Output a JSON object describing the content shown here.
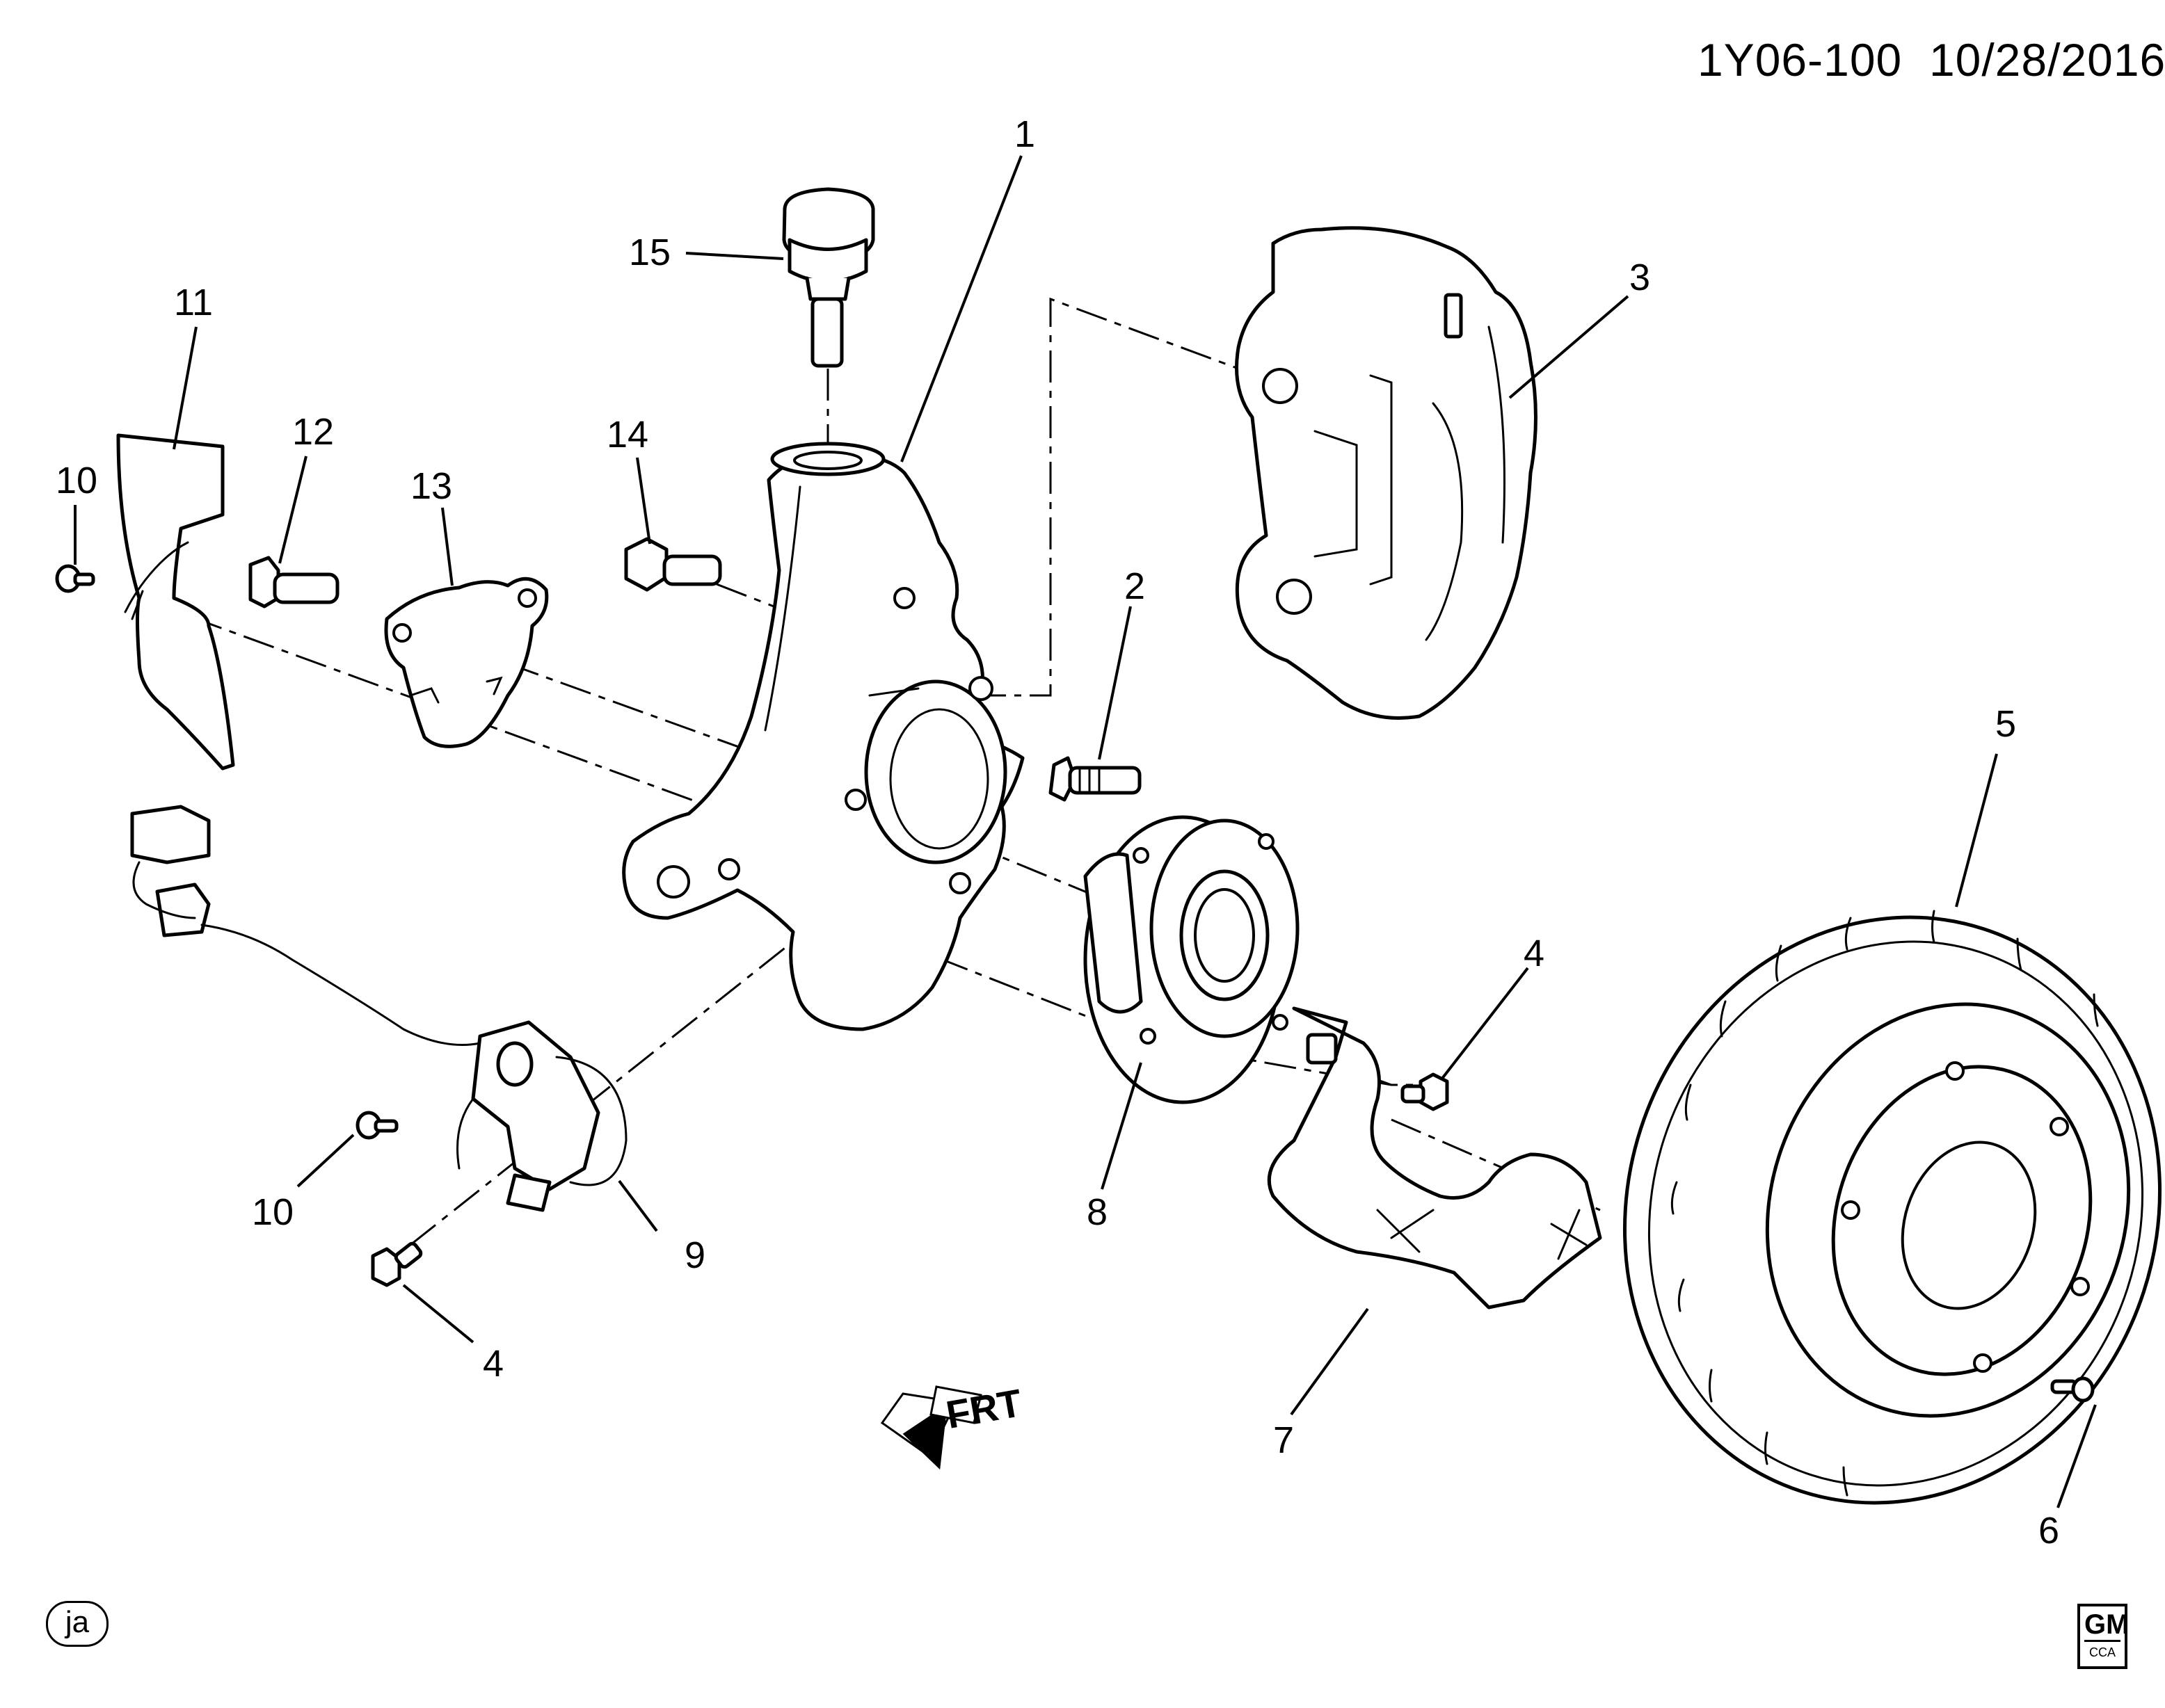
{
  "header": {
    "document_id": "1Y06-100",
    "date": "10/28/2016"
  },
  "callouts": [
    {
      "id": "c1",
      "label": "1"
    },
    {
      "id": "c2",
      "label": "2"
    },
    {
      "id": "c3",
      "label": "3"
    },
    {
      "id": "c4a",
      "label": "4"
    },
    {
      "id": "c4b",
      "label": "4"
    },
    {
      "id": "c5",
      "label": "5"
    },
    {
      "id": "c6",
      "label": "6"
    },
    {
      "id": "c7",
      "label": "7"
    },
    {
      "id": "c8",
      "label": "8"
    },
    {
      "id": "c9",
      "label": "9"
    },
    {
      "id": "c10a",
      "label": "10"
    },
    {
      "id": "c10b",
      "label": "10"
    },
    {
      "id": "c11",
      "label": "11"
    },
    {
      "id": "c12",
      "label": "12"
    },
    {
      "id": "c13",
      "label": "13"
    },
    {
      "id": "c14",
      "label": "14"
    },
    {
      "id": "c15",
      "label": "15"
    }
  ],
  "direction_indicator": {
    "label": "FRT"
  },
  "footer": {
    "artist_initials": "ja",
    "logo_text": "GM",
    "logo_subtext": "CCA"
  }
}
